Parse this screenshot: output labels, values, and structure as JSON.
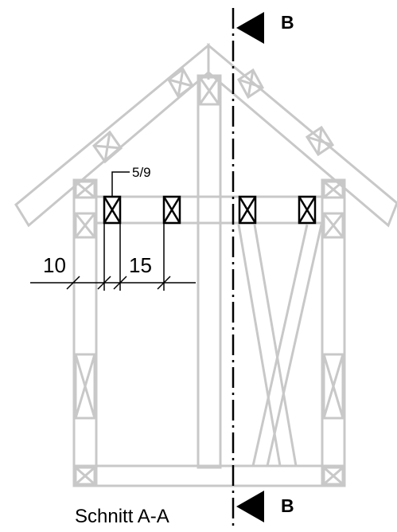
{
  "title": "Schnitt A-A",
  "section_marker": "B",
  "dimensions": {
    "rafter_size": "5/9",
    "dim_a": "10",
    "dim_b": "15"
  },
  "colors": {
    "structure": "#c8c8c8",
    "ink": "#000000",
    "background": "#ffffff"
  }
}
